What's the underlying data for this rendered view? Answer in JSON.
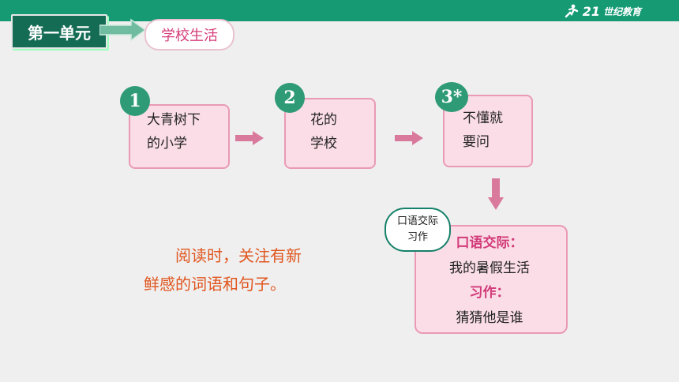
{
  "header": {
    "unit_label": "第一单元",
    "theme_label": "学校生活",
    "logo_number": "21",
    "logo_text": "世纪教育"
  },
  "steps": [
    {
      "number": "1",
      "line1": "大青树下",
      "line2": "的小学"
    },
    {
      "number": "2",
      "line1": "花的",
      "line2": "学校"
    },
    {
      "number": "3*",
      "line1": "不懂就",
      "line2": "要问"
    }
  ],
  "oral_bubble": {
    "line1": "口语交际",
    "line2": "习作"
  },
  "activity_box": {
    "oral_label": "口语交际：",
    "oral_topic": "我的暑假生活",
    "writing_label": "习作：",
    "writing_topic": "猜猜他是谁"
  },
  "reading_tip": {
    "line1": "阅读时，关注有新",
    "line2": "鲜感的词语和句子。"
  },
  "colors": {
    "green": "#159a74",
    "pink_box": "#fadde6",
    "pink_border": "#ea9ab6",
    "tip_text": "#e0561f"
  }
}
